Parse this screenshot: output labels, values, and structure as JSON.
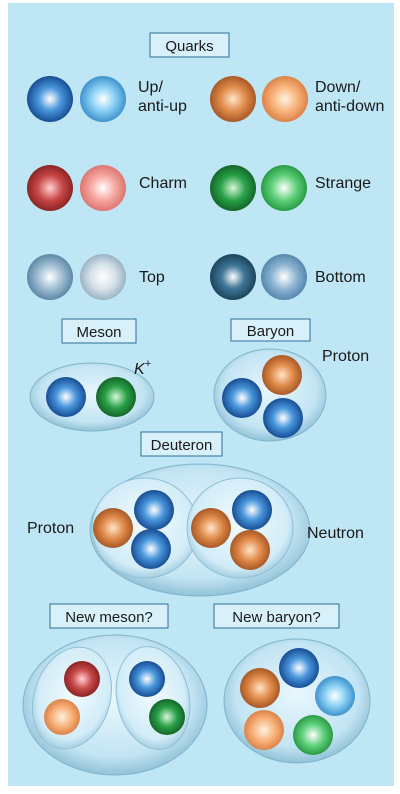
{
  "colors": {
    "background": "#bfe6f5",
    "up": "#1f6fc2",
    "anti_up": "#5bb6e8",
    "down": "#d0763a",
    "anti_down": "#f4a46a",
    "charm": "#c23a3a",
    "anti_charm": "#f08f8a",
    "strange": "#1f8f3a",
    "anti_strange": "#4cc46a",
    "top": "#7fa8c4",
    "anti_top": "#c0d2de",
    "bottom": "#2c5a74",
    "anti_bottom": "#6fa0c2"
  },
  "headings": {
    "quarks": "Quarks",
    "meson": "Meson",
    "baryon": "Baryon",
    "deuteron": "Deuteron",
    "new_meson": "New meson?",
    "new_baryon": "New baryon?"
  },
  "quarks": [
    {
      "label_line1": "Up/",
      "label_line2": "anti-up",
      "color": "up",
      "anti_color": "anti_up"
    },
    {
      "label_line1": "Down/",
      "label_line2": "anti-down",
      "color": "down",
      "anti_color": "anti_down"
    },
    {
      "label_line1": "Charm",
      "label_line2": "",
      "color": "charm",
      "anti_color": "anti_charm"
    },
    {
      "label_line1": "Strange",
      "label_line2": "",
      "color": "strange",
      "anti_color": "anti_strange"
    },
    {
      "label_line1": "Top",
      "label_line2": "",
      "color": "top",
      "anti_color": "anti_top"
    },
    {
      "label_line1": "Bottom",
      "label_line2": "",
      "color": "bottom",
      "anti_color": "anti_bottom"
    }
  ],
  "particles": {
    "kaon_label": "K",
    "kaon_charge": "+",
    "proton_label": "Proton",
    "deuteron_proton_label": "Proton",
    "deuteron_neutron_label": "Neutron"
  }
}
